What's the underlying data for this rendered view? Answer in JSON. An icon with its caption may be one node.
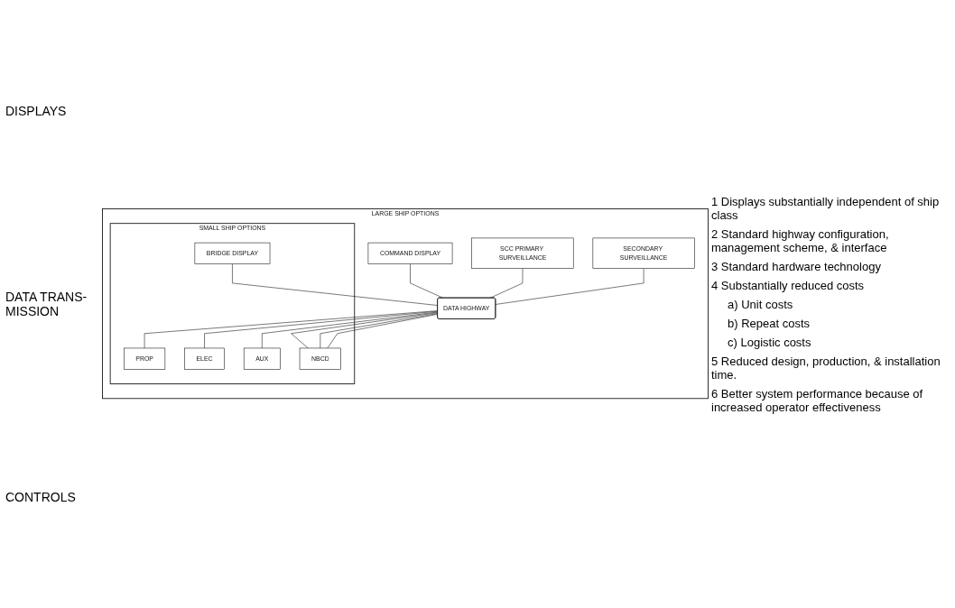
{
  "diagram": {
    "nodes": [
      {
        "text": [
          "LARGE SHIP OPTIONS"
        ]
      },
      {
        "text": [
          "SMALL SHIP OPTIONS"
        ],
        "in": 0
      },
      {
        "text": [
          "BRIDGE DISPLAY"
        ],
        "in": 1
      },
      {
        "text": [
          "COMMAND DISPLAY"
        ],
        "in": 0
      },
      {
        "text": [
          "SCC PRIMARY SURVEILLANCE"
        ],
        "in": 0
      },
      {
        "text": [
          "SECONDARY SURVEILLANCE"
        ],
        "in": 0
      },
      {
        "text": [
          "DATA HIGHWAY"
        ],
        "in": 0
      },
      {
        "text": [
          "PROP"
        ],
        "in": 1
      },
      {
        "text": [
          "ELEC"
        ],
        "in": 1
      },
      {
        "text": [
          "AUX"
        ],
        "in": 1
      },
      {
        "text": [
          "NBCD"
        ],
        "in": 1
      }
    ],
    "edges": [
      {
        "from": 2,
        "to": 6,
        "arrow": "none"
      },
      {
        "from": 3,
        "to": 6,
        "arrow": "none"
      },
      {
        "from": 4,
        "to": 6,
        "arrow": "none"
      },
      {
        "from": 5,
        "to": 6,
        "arrow": "none"
      },
      {
        "from": 6,
        "to": 7,
        "arrow": "none"
      },
      {
        "from": 6,
        "to": 8,
        "arrow": "none"
      },
      {
        "from": 6,
        "to": 9,
        "arrow": "none"
      },
      {
        "from": 6,
        "to": 10,
        "arrow": "none"
      },
      {
        "from": 6,
        "to": 10,
        "arrow": "none"
      },
      {
        "from": 6,
        "to": 10,
        "arrow": "none"
      }
    ],
    "labels": [
      "DISPLAYS",
      "DATA TRANS- MISSION",
      "CONTROLS",
      "1 Displays substantially independent of ship class",
      "2 Standard highway configuration, management scheme, & interface",
      "3 Standard hardware technology",
      "4 Substantially reduced costs",
      "a) Unit costs",
      "b) Repeat costs",
      "c) Logistic costs",
      "5 Reduced design, production, & installation time.",
      "6 Better system performance because of increased operator effectiveness"
    ]
  }
}
